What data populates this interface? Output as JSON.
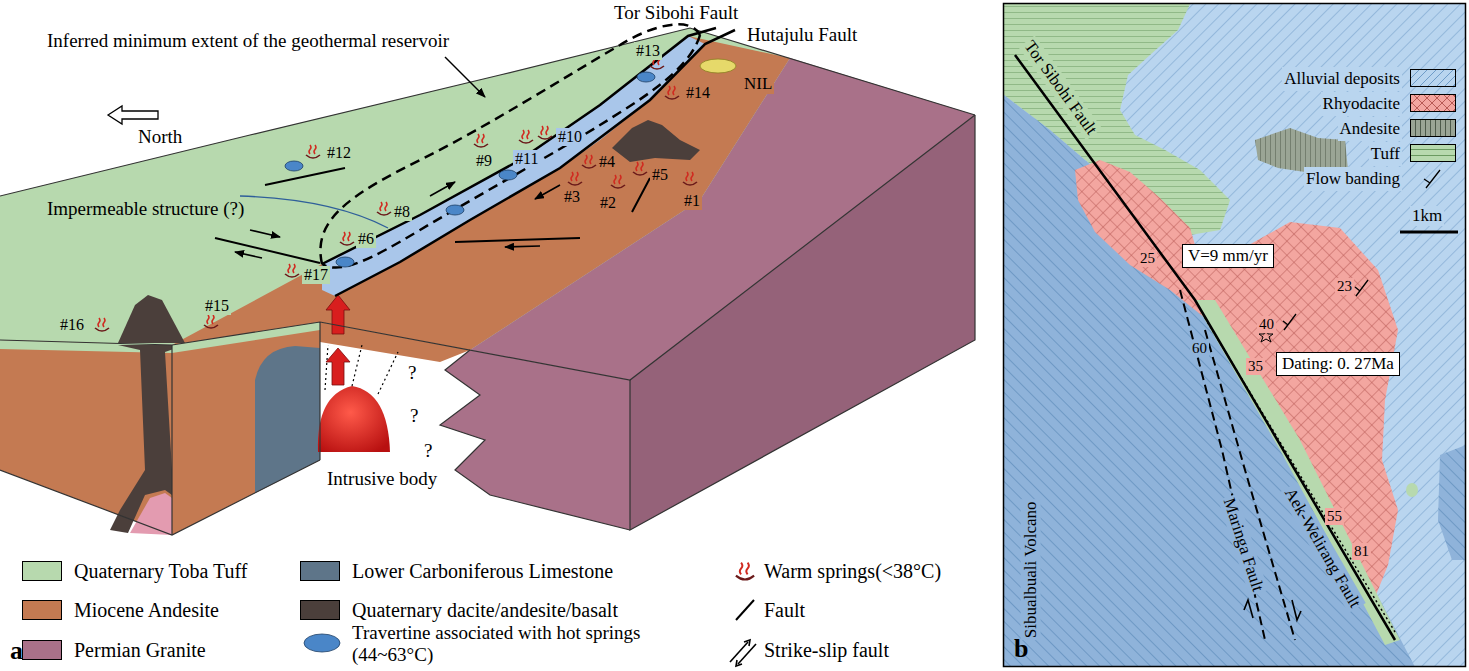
{
  "diagram": {
    "nodes": [
      {
        "text": [
          "V=9 mm/yr"
        ]
      },
      {
        "text": [
          "Dating: 0. 27Ma"
        ]
      }
    ],
    "labels": [
      "Tor Sibohi Fault",
      "Hutajulu Fault",
      "Inferred minimum extent of the geothermal reservoir",
      "North",
      "Impermeable structure (?)",
      "NIL",
      "#13",
      "#14",
      "#11",
      "#10",
      "#9",
      "#5",
      "#4",
      "#3",
      "#2",
      "#1",
      "#12",
      "#8",
      "#6",
      "#17",
      "#16",
      "#15",
      "?",
      "?",
      "?",
      "Intrusive body",
      "a",
      "b",
      "Tor Sibohi Fault",
      "1km",
      "25",
      "60",
      "35",
      "40",
      "23",
      "55",
      "81",
      "Sibualbuali Volcano",
      "Maringa Fault",
      "Aek-Welirang Fault"
    ],
    "legend": [
      {
        "text": "Quaternary Toba Tuff",
        "color": "#b7d9ae"
      },
      {
        "text": "Lower Carboniferous Limestone",
        "color": "#5e7589"
      },
      {
        "text": "Warm springs(<38°C)"
      },
      {
        "text": "Miocene Andesite",
        "color": "#c47a52"
      },
      {
        "text": "Quaternary dacite/andesite/basalt",
        "color": "#4b3f3b"
      },
      {
        "text": "Fault"
      },
      {
        "text": "Permian Granite",
        "color": "#a97189"
      },
      {
        "text": "Travertine associated with hot springs (44~63°C)"
      },
      {
        "text": "Strike-slip fault"
      },
      {
        "text": "Alluvial deposits",
        "color": "#b9d5ef"
      },
      {
        "text": "Rhyodacite",
        "color": "#f3a6a0"
      },
      {
        "text": "Andesite",
        "color": "#9aa595"
      },
      {
        "text": "Tuff",
        "color": "#b7d9ae"
      },
      {
        "text": "Flow banding"
      }
    ]
  }
}
